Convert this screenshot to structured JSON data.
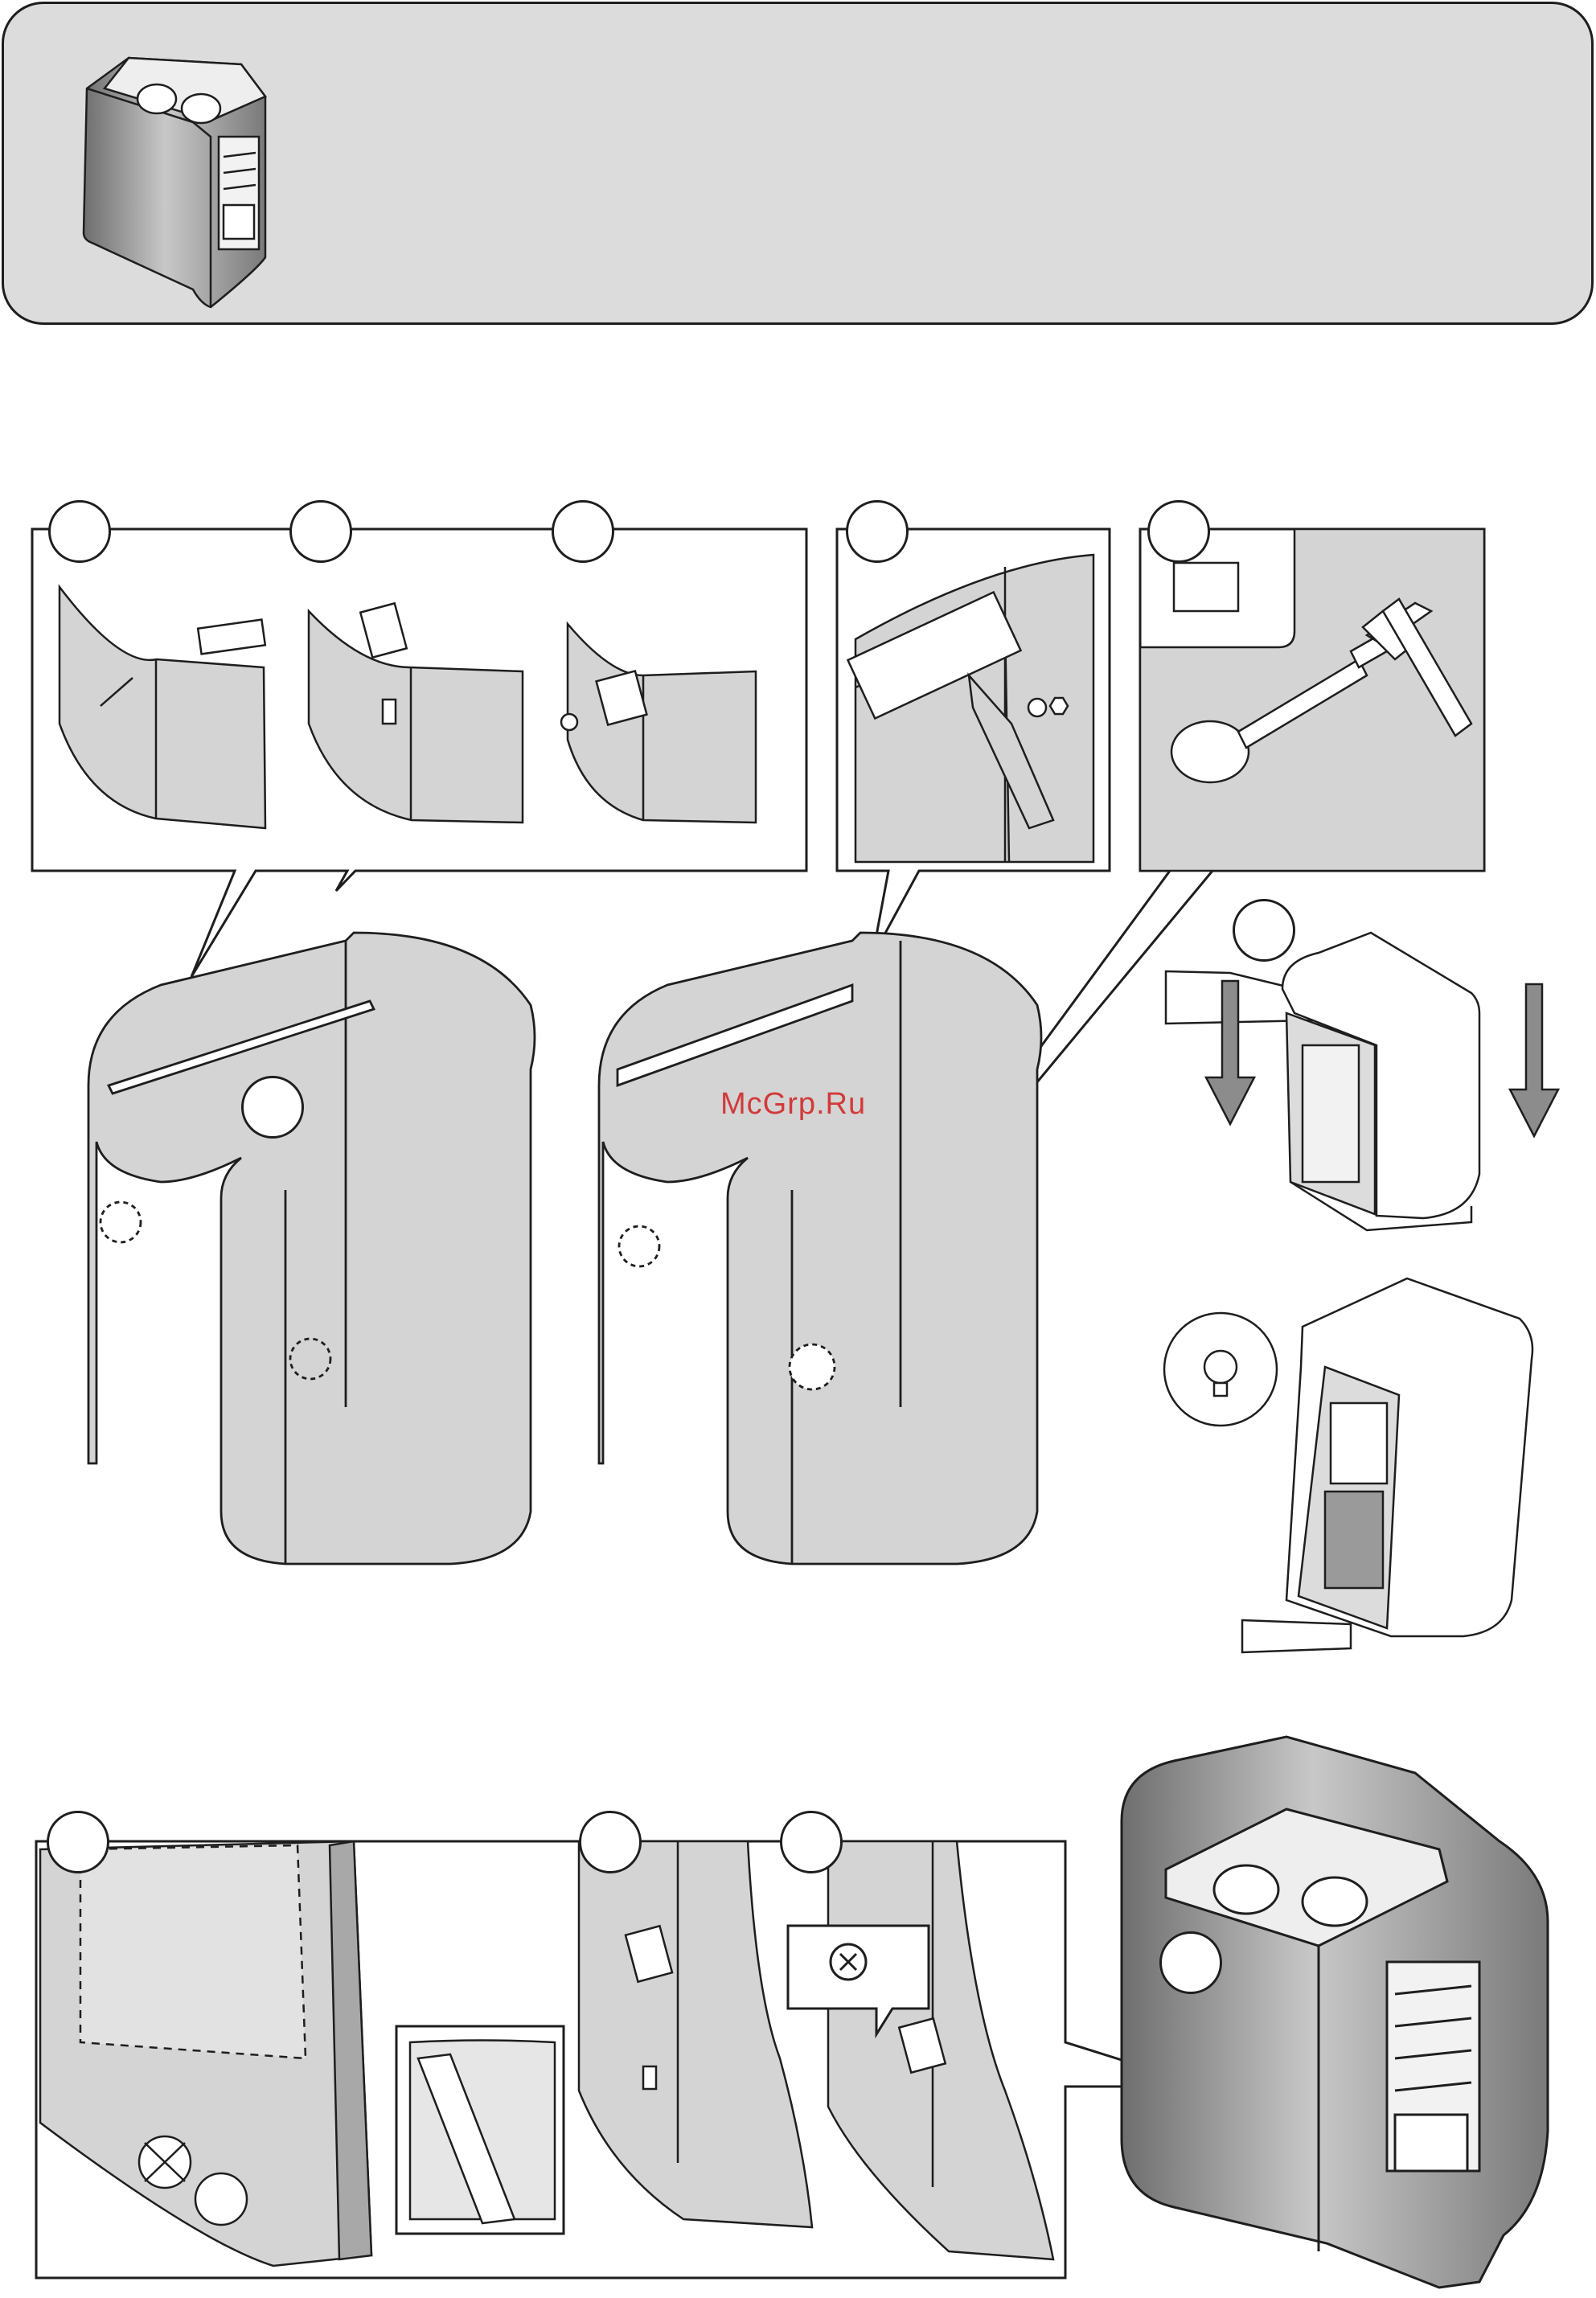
{
  "watermark": {
    "text": "McGrp.Ru",
    "color": "#d23a3a"
  },
  "colors": {
    "panel_fill": "#d4d4d4",
    "stroke": "#1e1e1e",
    "header_fill": "#dcdcdc",
    "arrow_fill": "#8c8c8c"
  },
  "steps": [
    {
      "id": "1",
      "label": ""
    },
    {
      "id": "2",
      "label": ""
    },
    {
      "id": "3",
      "label": ""
    },
    {
      "id": "4",
      "label": ""
    },
    {
      "id": "5",
      "label": ""
    },
    {
      "id": "6",
      "label": ""
    },
    {
      "id": "7",
      "label": ""
    },
    {
      "id": "8",
      "label": ""
    },
    {
      "id": "9",
      "label": ""
    },
    {
      "id": "10",
      "label": ""
    },
    {
      "id": "11",
      "label": ""
    }
  ],
  "icons": [
    "heater-thumbnail-icon",
    "bracket-icon",
    "bolt-icon",
    "washer-icon",
    "nut-icon",
    "faucet-icon",
    "hammer-icon",
    "punch-icon",
    "lightbulb-icon",
    "screw-icon",
    "arrow-down-icon",
    "cross-icon"
  ]
}
